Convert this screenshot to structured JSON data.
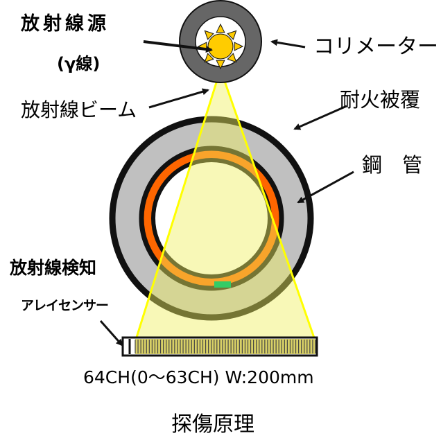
{
  "labels": {
    "source_line1": "放射線源",
    "source_line2": "(γ線)",
    "collimator": "コリメーター",
    "beam": "放射線ビーム",
    "fireproof": "耐火被覆",
    "steel_pipe": "鋼　管",
    "detector_line1": "放射線検知",
    "detector_line2": "アレイセンサー",
    "sensor_spec": "64CH(0〜63CH) W:200mm",
    "caption": "探傷原理"
  },
  "colors": {
    "collimator": "#666666",
    "source": "#ffcc00",
    "fireproof": "#c0c0c0",
    "steel_pipe": "#ff6600",
    "beam": "#ffff66",
    "defect": "#33cc66"
  },
  "sensor": {
    "channels": 64
  }
}
